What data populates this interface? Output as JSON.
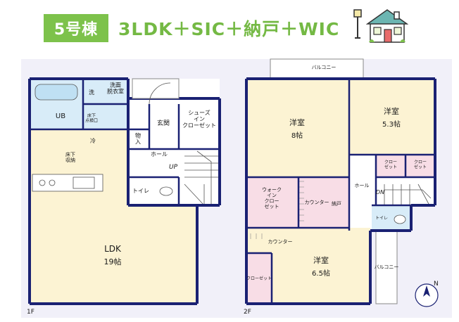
{
  "header": {
    "badge": "5号棟",
    "title": "3LDK＋SIC＋納戸＋WIC",
    "icons": [
      "street-lamp-icon",
      "house-icon"
    ]
  },
  "colors": {
    "accent_green": "#7dc24b",
    "wall_navy": "#1a2173",
    "floor_cream": "#fcf3d3",
    "bath_blue": "#d8ecf8",
    "closet_pink": "#f8dde6",
    "floor_white": "#ffffff"
  },
  "floor1": {
    "label": "1F",
    "rooms": {
      "ub": "UB",
      "wash": "洗",
      "underfloor_storage_1": "床下\n点検口",
      "washroom": "洗面\n脱衣室",
      "entrance": "玄関",
      "shoes_closet": "シューズ\nイン\nクローゼット",
      "fridge": "冷",
      "storage": "物\n入",
      "hall": "ホール",
      "up": "UP",
      "underfloor_storage_2": "床下\n収納",
      "toilet": "トイレ",
      "ldk": "LDK",
      "ldk_size": "19帖"
    }
  },
  "floor2": {
    "label": "2F",
    "rooms": {
      "balcony_top": "バルコニー",
      "western_room_1": "洋室",
      "western_room_1_size": "8帖",
      "western_room_2": "洋室",
      "western_room_2_size": "5.3帖",
      "closet_1": "クロー\nゼット",
      "closet_2": "クロー\nゼット",
      "hall": "ホール",
      "dn": "DN",
      "walk_in_closet": "ウォーク\nイン\nクロー\nゼット",
      "counter_vertical": "カウンター",
      "storeroom": "納戸",
      "toilet": "トイレ",
      "counter_horizontal": "カウンター",
      "closet_3": "クローゼット",
      "western_room_3": "洋室",
      "western_room_3_size": "6.5帖",
      "balcony_side": "バルコニー"
    }
  },
  "compass": {
    "label": "N"
  }
}
